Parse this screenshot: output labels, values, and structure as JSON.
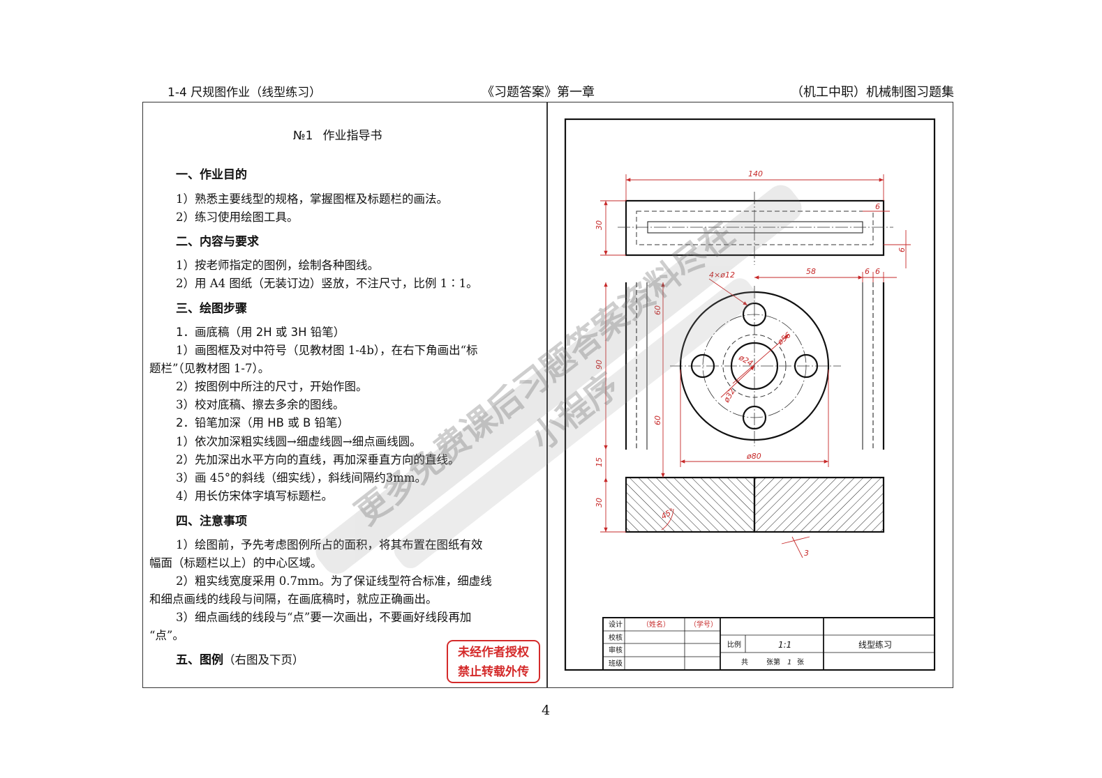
{
  "header": {
    "left": "1-4   尺规图作业（线型练习）",
    "middle": "《习题答案》第一章",
    "right": "（机工中职）机械制图习题集"
  },
  "left_page": {
    "title_no": "№1",
    "title": "作业指导书",
    "s1": "一、作业目的",
    "s1_1": "1）熟悉主要线型的规格，掌握图框及标题栏的画法。",
    "s1_2": "2）练习使用绘图工具。",
    "s2": "二、内容与要求",
    "s2_1": "1）按老师指定的图例，绘制各种图线。",
    "s2_2": "2）用 A4 图纸（无装订边）竖放，不注尺寸，比例 1∶1。",
    "s3": "三、绘图步骤",
    "s3_sub1": "1．画底稿（用 2H 或 3H 铅笔）",
    "s3_1a": "1）画图框及对中符号（见教材图 1-4b），在右下角画出“标",
    "s3_1b": "题栏”（见教材图 1-7）。",
    "s3_2": "2）按图例中所注的尺寸，开始作图。",
    "s3_3": "3）校对底稿、擦去多余的图线。",
    "s3_sub2": "2．铅笔加深（用 HB 或 B 铅笔）",
    "s3_4": "1）依次加深粗实线圆→细虚线圆→细点画线圆。",
    "s3_5": "2）先加深出水平方向的直线，再加深垂直方向的直线。",
    "s3_6": "3）画 45°的斜线（细实线），斜线间隔约3mm。",
    "s3_7": "4）用长仿宋体字填写标题栏。",
    "s4": "四、注意事项",
    "s4_1a": "1）绘图前，予先考虑图例所占的面积，将其布置在图纸有效",
    "s4_1b": "幅面（标题栏以上）的中心区域。",
    "s4_2a": "2）粗实线宽度采用 0.7mm。为了保证线型符合标准，细虚线",
    "s4_2b": "和细点画线的线段与间隔，在画底稿时，就应正确画出。",
    "s4_3a": "3）细点画线的线段与“点”要一次画出，不要画好线段再加",
    "s4_3b": "“点”。",
    "s5": "五、图例",
    "s5_note": "（右图及下页）"
  },
  "stamp": {
    "line1": "未经作者授权",
    "line2": "禁止转载外传"
  },
  "page_number": "4",
  "drawing": {
    "dims": {
      "d140": "140",
      "d6a": "6",
      "d30a": "30",
      "d6b": "6",
      "d4x12": "4×ø12",
      "d58": "58",
      "d6c": "6",
      "d6d": "6",
      "d56": "ø56",
      "d24": "ø24",
      "d32": "ø32",
      "d60a": "60",
      "d90": "90",
      "d60b": "60",
      "d80": "ø80",
      "d15": "15",
      "d30b": "30",
      "d45": "45°",
      "d3": "3"
    },
    "title_block": {
      "r1": "设计",
      "name": "（姓名）",
      "id": "（学号）",
      "r2": "校核",
      "r3": "审核",
      "r4": "班级",
      "scale_label": "比例",
      "scale": "1:1",
      "drawing_name": "线型练习",
      "gong": "共",
      "zhangdi": "张第",
      "count": "1",
      "zhang": "张"
    }
  },
  "watermark": {
    "text": "更多免费课后习题答案资料尽在",
    "text2": "小程序"
  },
  "colors": {
    "dim": "#c62828",
    "stamp": "#d42a2a",
    "line": "#111111"
  }
}
